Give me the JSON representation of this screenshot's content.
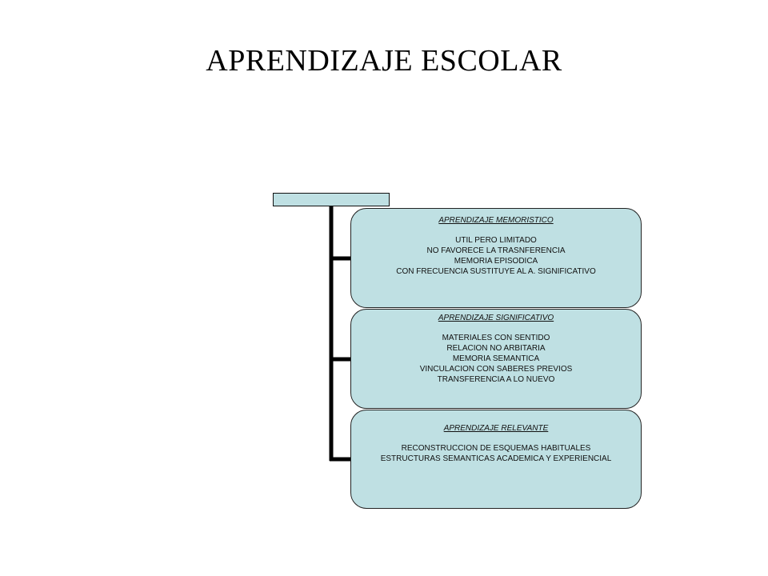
{
  "slide": {
    "title": "APRENDIZAJE ESCOLAR"
  },
  "diagram": {
    "root_label": "",
    "cards": [
      {
        "heading": "APRENDIZAJE MEMORISTICO",
        "lines": [
          "UTIL PERO LIMITADO",
          "NO FAVORECE LA TRASNFERENCIA",
          "MEMORIA EPISODICA",
          "CON FRECUENCIA SUSTITUYE AL A. SIGNIFICATIVO"
        ]
      },
      {
        "heading": "APRENDIZAJE SIGNIFICATIVO",
        "lines": [
          "MATERIALES CON SENTIDO",
          "RELACION NO ARBITARIA",
          "MEMORIA SEMANTICA",
          "VINCULACION CON SABERES PREVIOS",
          "TRANSFERENCIA A LO NUEVO"
        ]
      },
      {
        "heading": "APRENDIZAJE RELEVANTE",
        "lines": [
          "RECONSTRUCCION DE ESQUEMAS HABITUALES",
          "ESTRUCTURAS SEMANTICAS ACADEMICA Y EXPERIENCIAL"
        ]
      }
    ],
    "colors": {
      "box_fill": "#bfe0e3",
      "connector": "#000000",
      "border": "#222222"
    }
  }
}
